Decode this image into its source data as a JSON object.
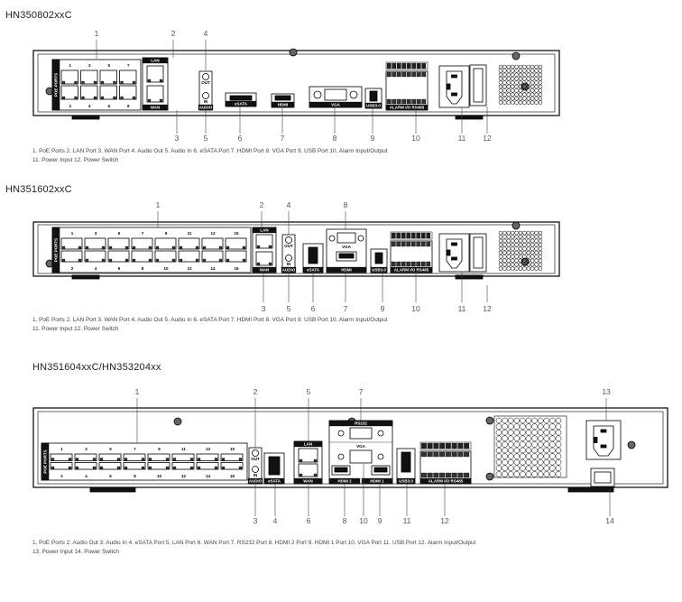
{
  "models": [
    {
      "title": "HN350802xxC",
      "callouts": [
        "1",
        "2",
        "3",
        "4",
        "5",
        "6",
        "7",
        "8",
        "9",
        "10",
        "11",
        "12"
      ],
      "caption_line1": "1. PoE Ports   2. LAN Port    3. WAN Port   4. Audio Out   5. Audio  In   6. eSATA Port  7. HDMI Port   8. VGA Port   9. USB Port   10. Alarm Input/Output",
      "caption_line2": "11. Power Input   12. Power Switch",
      "poe_numbers_top": [
        "1",
        "3",
        "5",
        "7"
      ],
      "poe_numbers_bottom": [
        "2",
        "4",
        "6",
        "8"
      ]
    },
    {
      "title": "HN351602xxC",
      "callouts": [
        "1",
        "2",
        "3",
        "4",
        "5",
        "6",
        "7",
        "8",
        "9",
        "10",
        "11",
        "12"
      ],
      "caption_line1": "1. PoE Ports   2. LAN Port    3. WAN Port   4. Audio Out   5. Audio  In   6. eSATA Port  7. HDMI Port   8. VGA Port   9. USB Port   10. Alarm Input/Output",
      "caption_line2": "11. Power Input   12. Power Switch",
      "poe_numbers_top": [
        "1",
        "3",
        "5",
        "7",
        "9",
        "11",
        "13",
        "15"
      ],
      "poe_numbers_bottom": [
        "2",
        "4",
        "6",
        "8",
        "10",
        "12",
        "14",
        "16"
      ]
    },
    {
      "title": "HN351604xxC/HN353204xx",
      "callouts": [
        "1",
        "2",
        "3",
        "4",
        "5",
        "6",
        "7",
        "8",
        "9",
        "10",
        "11",
        "12",
        "13",
        "14"
      ],
      "caption_line1": "1. PoE Ports   2. Audio Out    3. Audio  In    4. eSATA Port   5. LAN Port   6. WAN Port  7. RS232 Port   8. HDMI 2 Port   9. HDMI 1 Port   10. VGA Port   11. USB Port   12. Alarm Input/Output",
      "caption_line2": "13. Power Input   14. Power Switch",
      "poe_numbers_top": [
        "1",
        "3",
        "5",
        "7",
        "9",
        "11",
        "13",
        "15"
      ],
      "poe_numbers_bottom": [
        "2",
        "4",
        "6",
        "8",
        "10",
        "12",
        "14",
        "16"
      ]
    }
  ],
  "panel_labels": {
    "poe": "POE PORTS",
    "lan": "LAN",
    "wan": "WAN",
    "audio": "AUDIO",
    "out": "OUT",
    "in": "IN",
    "esata": "eSATA",
    "hdmi": "HDMI",
    "hdmi1": "HDMI 1",
    "hdmi2": "HDMI 2",
    "vga": "VGA",
    "usb": "USB3.0",
    "alarm": "ALARM I/O  RS485",
    "rs232": "RS232"
  }
}
